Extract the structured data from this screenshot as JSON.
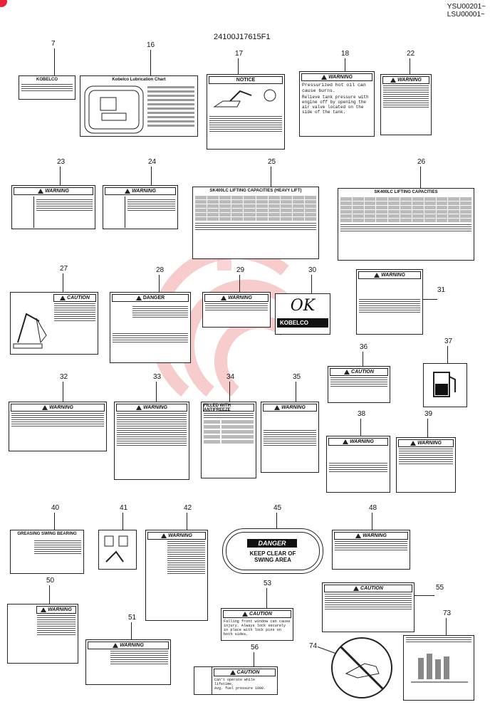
{
  "header": {
    "serial_1": "YSU00201~",
    "serial_2": "LSU00001~",
    "drawing_no": "24100J17615F1"
  },
  "callouts": [
    "7",
    "16",
    "17",
    "18",
    "22",
    "23",
    "24",
    "25",
    "26",
    "27",
    "28",
    "29",
    "30",
    "31",
    "32",
    "33",
    "34",
    "35",
    "36",
    "37",
    "38",
    "39",
    "40",
    "41",
    "42",
    "45",
    "48",
    "50",
    "51",
    "53",
    "55",
    "56",
    "73",
    "74"
  ],
  "labels": {
    "l7": "KOBELCO",
    "l16": "Kobelco Lubrication Chart",
    "l17": "NOTICE",
    "l18_head": "WARNING",
    "l18_text": "Pressurized hot oil can cause burns.",
    "l18_text2": "Relieve tank pressure with engine off by opening the air valve located on the side of the tank.",
    "l22": "WARNING",
    "l23": "WARNING",
    "l24": "WARNING",
    "l25": "SK400LC LIFTING CAPACITIES (HEAVY LIFT)",
    "l26": "SK400LC LIFTING CAPACITIES",
    "l27": "CAUTION",
    "l28": "DANGER",
    "l29": "WARNING",
    "l30_hand": "OK",
    "l30_brand": "KOBELCO",
    "l31": "WARNING",
    "l32": "WARNING",
    "l33": "WARNING",
    "l34": "FILLED WITH ANTIFREEZE",
    "l35": "WARNING",
    "l36": "CAUTION",
    "l38": "WARNING",
    "l39": "WARNING",
    "l40": "GREASING SWING BEARING",
    "l42": "WARNING",
    "l45_head": "DANGER",
    "l45_line1": "KEEP CLEAR OF",
    "l45_line2": "SWING AREA",
    "l48": "WARNING",
    "l50": "WARNING",
    "l51": "WARNING",
    "l53_head": "CAUTION",
    "l53_text": "Falling front window can cause injury. Always lock securely in place with lock pins on both sides.",
    "l55": "CAUTION",
    "l56_head": "CAUTION",
    "l56_text": "Can't operate while lifetime,\nAvg. fuel pressure 1000."
  },
  "colors": {
    "brand_mark": "#e8203a",
    "watermark": "#f4b7b7",
    "ink": "#111111"
  }
}
